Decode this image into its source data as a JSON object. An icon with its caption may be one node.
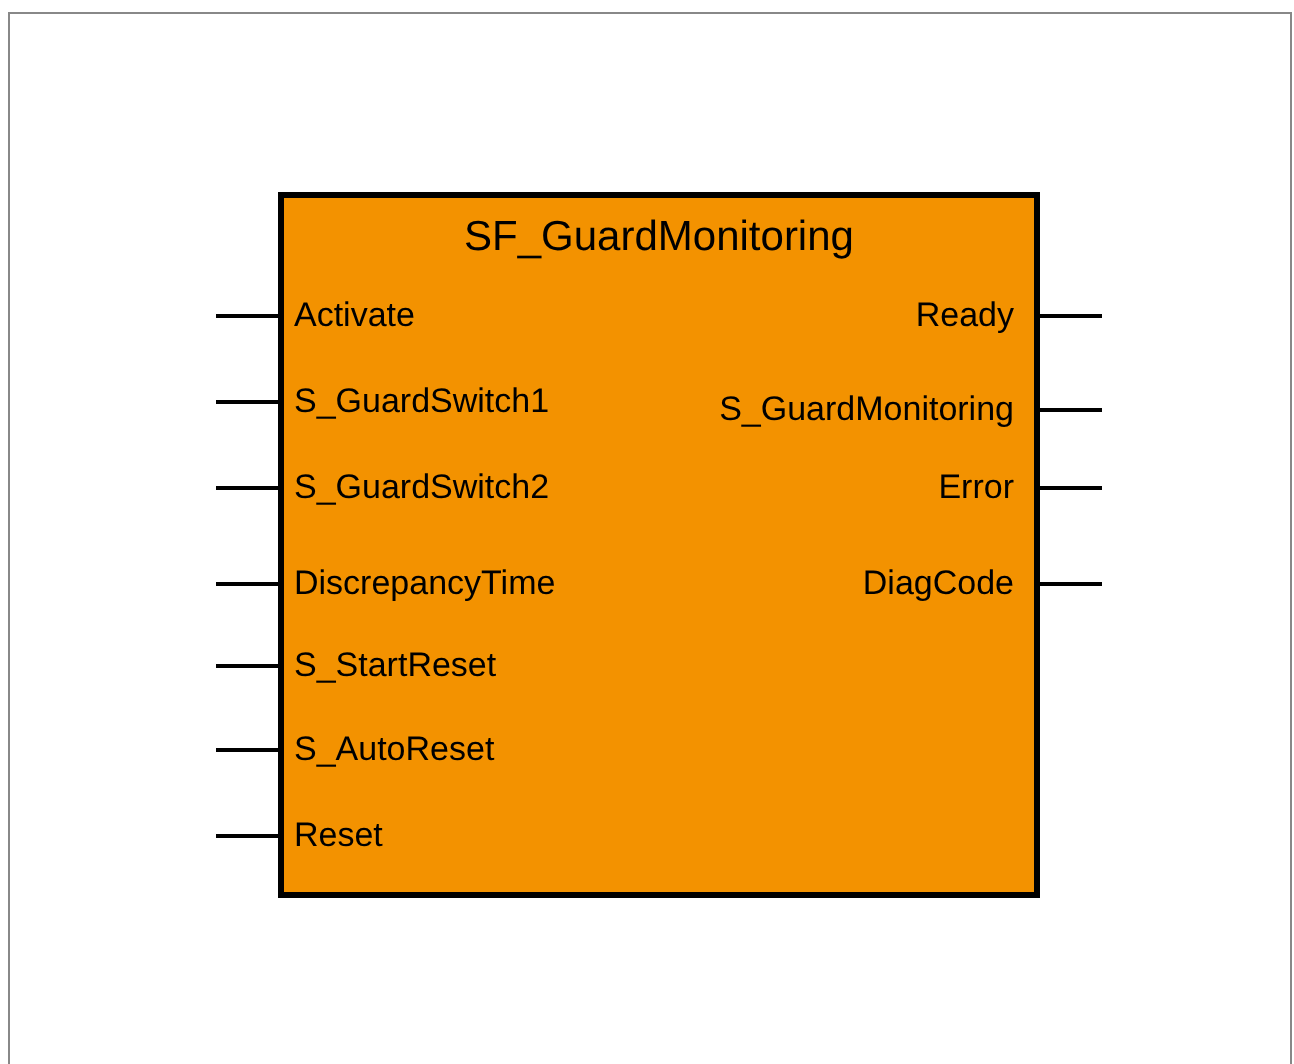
{
  "diagram": {
    "nodes": [
      {
        "text": [
          "SF_GuardMonitoring"
        ]
      },
      {
        "text": [
          "Activate"
        ],
        "in": 0
      },
      {
        "text": [
          "Ready"
        ],
        "in": 0
      },
      {
        "text": [
          "S_GuardSwitch1"
        ],
        "in": 0
      },
      {
        "text": [
          "S_GuardMonitoring"
        ],
        "in": 0
      },
      {
        "text": [
          "S_GuardSwitch2"
        ],
        "in": 0
      },
      {
        "text": [
          "Error"
        ],
        "in": 0
      },
      {
        "text": [
          "DiscrepancyTime"
        ],
        "in": 0
      },
      {
        "text": [
          "DiagCode"
        ],
        "in": 0
      },
      {
        "text": [
          "S_StartReset"
        ],
        "in": 0
      },
      {
        "text": [
          "S_AutoReset"
        ],
        "in": 0
      },
      {
        "text": [
          "Reset"
        ],
        "in": 0
      }
    ],
    "edges": [
      {
        "from": null,
        "to": 1,
        "arrow": "none"
      },
      {
        "from": 2,
        "to": null,
        "arrow": "none"
      },
      {
        "from": null,
        "to": 3,
        "arrow": "none"
      },
      {
        "from": 4,
        "to": null,
        "arrow": "none"
      },
      {
        "from": null,
        "to": 5,
        "arrow": "none"
      },
      {
        "from": 6,
        "to": null,
        "arrow": "none"
      },
      {
        "from": null,
        "to": 7,
        "arrow": "none"
      },
      {
        "from": 8,
        "to": null,
        "arrow": "none"
      },
      {
        "from": null,
        "to": 9,
        "arrow": "none"
      },
      {
        "from": null,
        "to": 10,
        "arrow": "none"
      },
      {
        "from": null,
        "to": 11,
        "arrow": "none"
      }
    ]
  }
}
